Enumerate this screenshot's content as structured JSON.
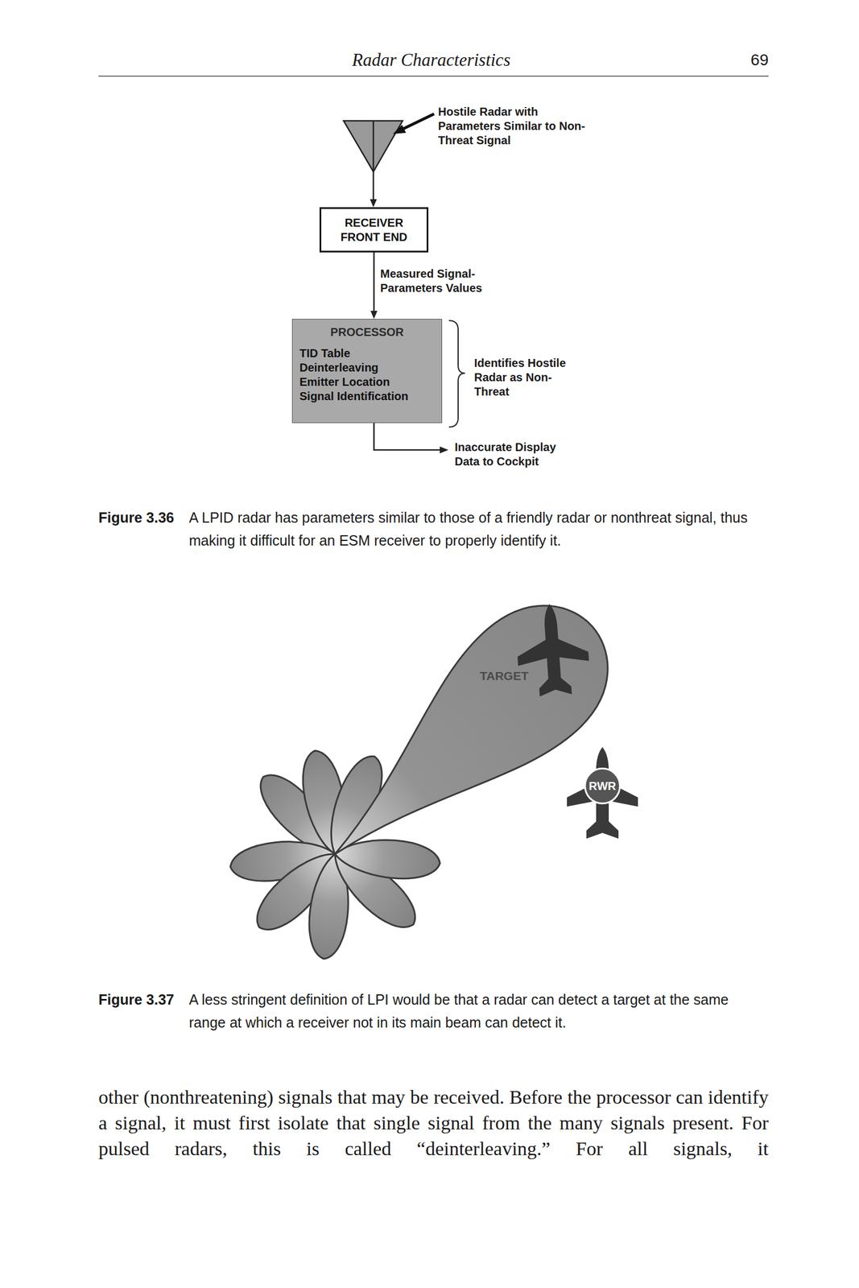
{
  "diagram": {
    "nodes": [
      {
        "text": [
          "RECEIVER FRONT END"
        ]
      },
      {
        "text": [
          "PROCESSOR",
          "TID Table",
          "Deinterleaving",
          "Emitter Location",
          "Signal Identification"
        ]
      },
      {
        "text": [
          "RWR"
        ]
      }
    ],
    "edges": [
      {
        "from": 0,
        "to": 1,
        "arrow": "to",
        "label": "Measured Signal- Parameters Values"
      }
    ],
    "labels": [
      "Radar Characteristics",
      "69",
      "Hostile Radar with Parameters Similar to Non-Threat Signal",
      "Identifies Hostile Radar as Non-Threat",
      "Inaccurate Display Data to Cockpit",
      "Figure 3.36",
      "A LPID radar has parameters similar to those of a friendly radar or nonthreat signal, thus making it difficult for an ESM receiver to properly identify it.",
      "TARGET",
      "Figure 3.37",
      "A less stringent definition of LPI would be that a radar can detect a target at the same range at which a receiver not in its main beam can detect it.",
      "other (nonthreatening) signals that may be received. Before the processor can identify a signal, it must first isolate that single signal from the many signals present. For pulsed radars, this is called “deinterleaving.” For all signals, it"
    ]
  }
}
